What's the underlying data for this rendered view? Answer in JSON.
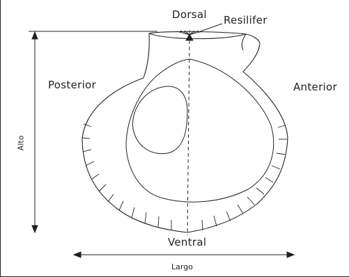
{
  "labels": {
    "dorsal": "Dorsal",
    "resilifer": "Resilifer",
    "posterior": "Posterior",
    "anterior": "Anterior",
    "ventral": "Ventral",
    "alto": "Alto",
    "largo": "Largo"
  },
  "colors": {
    "ink": "#222222",
    "background": "#ffffff"
  }
}
